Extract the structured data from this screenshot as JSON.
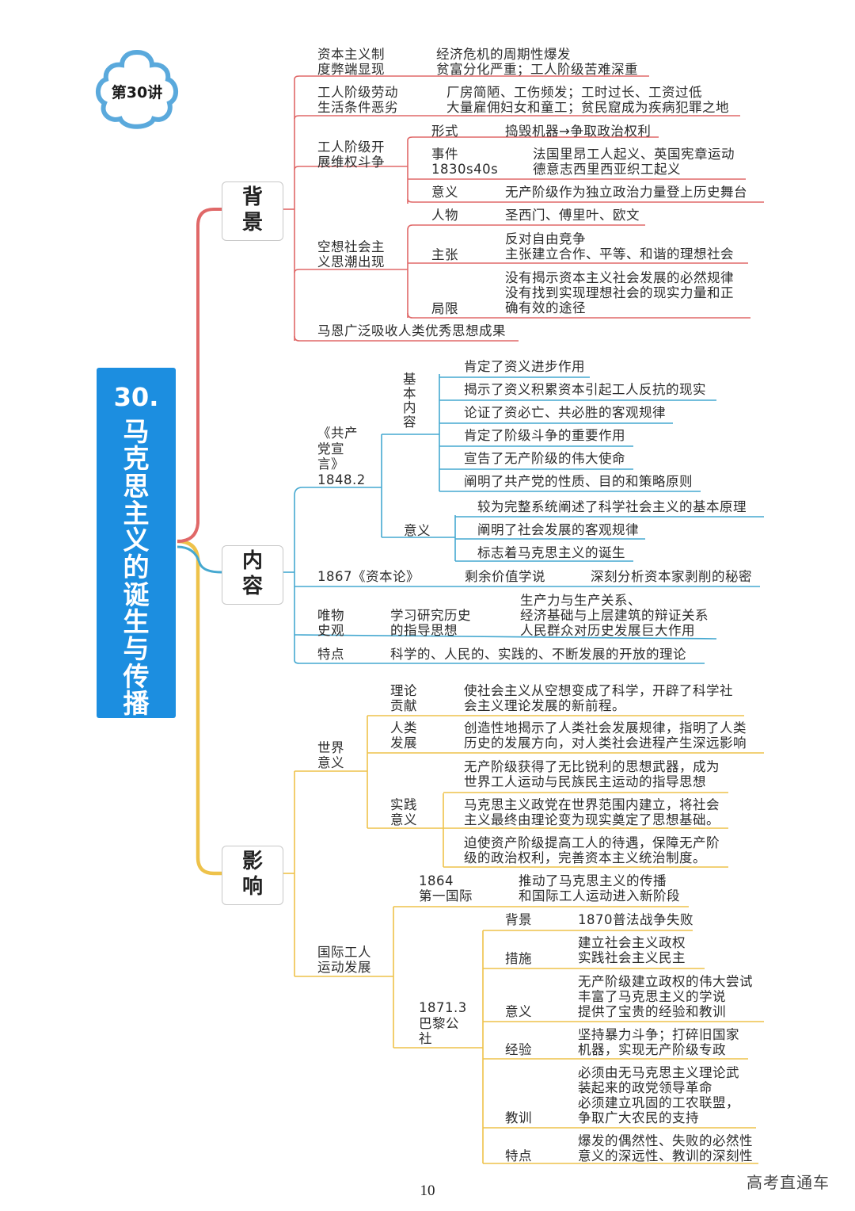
{
  "badge": "第30讲",
  "title": {
    "number": "30.",
    "text": "马克思主义的诞生与传播"
  },
  "colors": {
    "red": "#e06868",
    "blue": "#45a8d0",
    "gold": "#eec24a",
    "title_bg": "#1c8ee0"
  },
  "categories": {
    "background": "背\n景",
    "content": "内\n容",
    "influence": "影\n响"
  },
  "nodes": {
    "bg1_topic": "资本主义制\n度弊端显现",
    "bg1_detail": "经济危机的周期性爆发\n贫富分化严重；工人阶级苦难深重",
    "bg2_topic": "工人阶级劳动\n生活条件恶劣",
    "bg2_detail": "厂房简陋、工伤频发；工时过长、工资过低\n大量雇佣妇女和童工；贫民窟成为疾病犯罪之地",
    "bg3_topic": "工人阶级开\n展维权斗争",
    "bg3_form_label": "形式",
    "bg3_form_text": "捣毁机器→争取政治权利",
    "bg3_event_label": "事件\n1830s40s",
    "bg3_event_text": "法国里昂工人起义、英国宪章运动\n德意志西里西亚织工起义",
    "bg3_sig_label": "意义",
    "bg3_sig_text": "无产阶级作为独立政治力量登上历史舞台",
    "bg4_topic": "空想社会主\n义思潮出现",
    "bg4_people_label": "人物",
    "bg4_people_text": "圣西门、傅里叶、欧文",
    "bg4_claim_label": "主张",
    "bg4_claim_text": "反对自由竞争\n主张建立合作、平等、和谐的理想社会",
    "bg4_limit_label": "局限",
    "bg4_limit_text": "没有揭示资本主义社会发展的必然规律\n没有找到实现理想社会的现实力量和正\n确有效的途径",
    "bg5": "马恩广泛吸收人类优秀思想成果",
    "ct1_topic": "《共产\n党宣\n言》\n1848.2",
    "ct1_basic_label": "基\n本\n内\n容",
    "ct1_basic_items": [
      "肯定了资义进步作用",
      "揭示了资义积累资本引起工人反抗的现实",
      "论证了资必亡、共必胜的客观规律",
      "肯定了阶级斗争的重要作用",
      "宣告了无产阶级的伟大使命",
      "阐明了共产党的性质、目的和策略原则"
    ],
    "ct1_sig_label": "意义",
    "ct1_sig_items": [
      "较为完整系统阐述了科学社会主义的基本原理",
      "阐明了社会发展的客观规律",
      "标志着马克思主义的诞生"
    ],
    "ct2_topic": "1867《资本论》",
    "ct2_mid": "剩余价值学说",
    "ct2_detail": "深刻分析资本家剥削的秘密",
    "ct3_topic": "唯物\n史观",
    "ct3_mid": "学习研究历史\n的指导思想",
    "ct3_detail": "生产力与生产关系、\n经济基础与上层建筑的辩证关系\n人民群众对历史发展巨大作用",
    "ct4_topic": "特点",
    "ct4_detail": "科学的、人民的、实践的、不断发展的开放的理论",
    "inf1_topic": "世界\n意义",
    "inf1_theory_label": "理论\n贡献",
    "inf1_theory_text": "使社会主义从空想变成了科学，开辟了科学社\n会主义理论发展的新前程。",
    "inf1_human_label": "人类\n发展",
    "inf1_human_text": "创造性地揭示了人类社会发展规律，指明了人类\n历史的发展方向，对人类社会进程产生深远影响",
    "inf1_practice_label": "实践\n意义",
    "inf1_practice_items": [
      "无产阶级获得了无比锐利的思想武器，成为\n世界工人运动与民族民主运动的指导思想",
      "马克思主义政党在世界范围内建立，将社会\n主义最终由理论变为现实奠定了思想基础。",
      "迫使资产阶级提高工人的待遇，保障无产阶\n级的政治权利，完善资本主义统治制度。"
    ],
    "inf2_topic": "国际工人\n运动发展",
    "inf2_first_label": "1864\n第一国际",
    "inf2_first_text": "推动了马克思主义的传播\n和国际工人运动进入新阶段",
    "inf2_paris_label": "1871.3\n巴黎公\n社",
    "inf2_bg_label": "背景",
    "inf2_bg_text": "1870普法战争失败",
    "inf2_measure_label": "措施",
    "inf2_measure_text": "建立社会主义政权\n实践社会主义民主",
    "inf2_sig_label": "意义",
    "inf2_sig_text": "无产阶级建立政权的伟大尝试\n丰富了马克思主义的学说\n提供了宝贵的经验和教训",
    "inf2_exp_label": "经验",
    "inf2_exp_text": "坚持暴力斗争；打碎旧国家\n机器，实现无产阶级专政",
    "inf2_lesson_label": "教训",
    "inf2_lesson_text": "必须由无马克思主义理论武\n装起来的政党领导革命\n必须建立巩固的工农联盟，\n争取广大农民的支持",
    "inf2_feat_label": "特点",
    "inf2_feat_text": "爆发的偶然性、失败的必然性\n意义的深远性、教训的深刻性"
  },
  "page_number": "10",
  "watermark": "高考直通车"
}
